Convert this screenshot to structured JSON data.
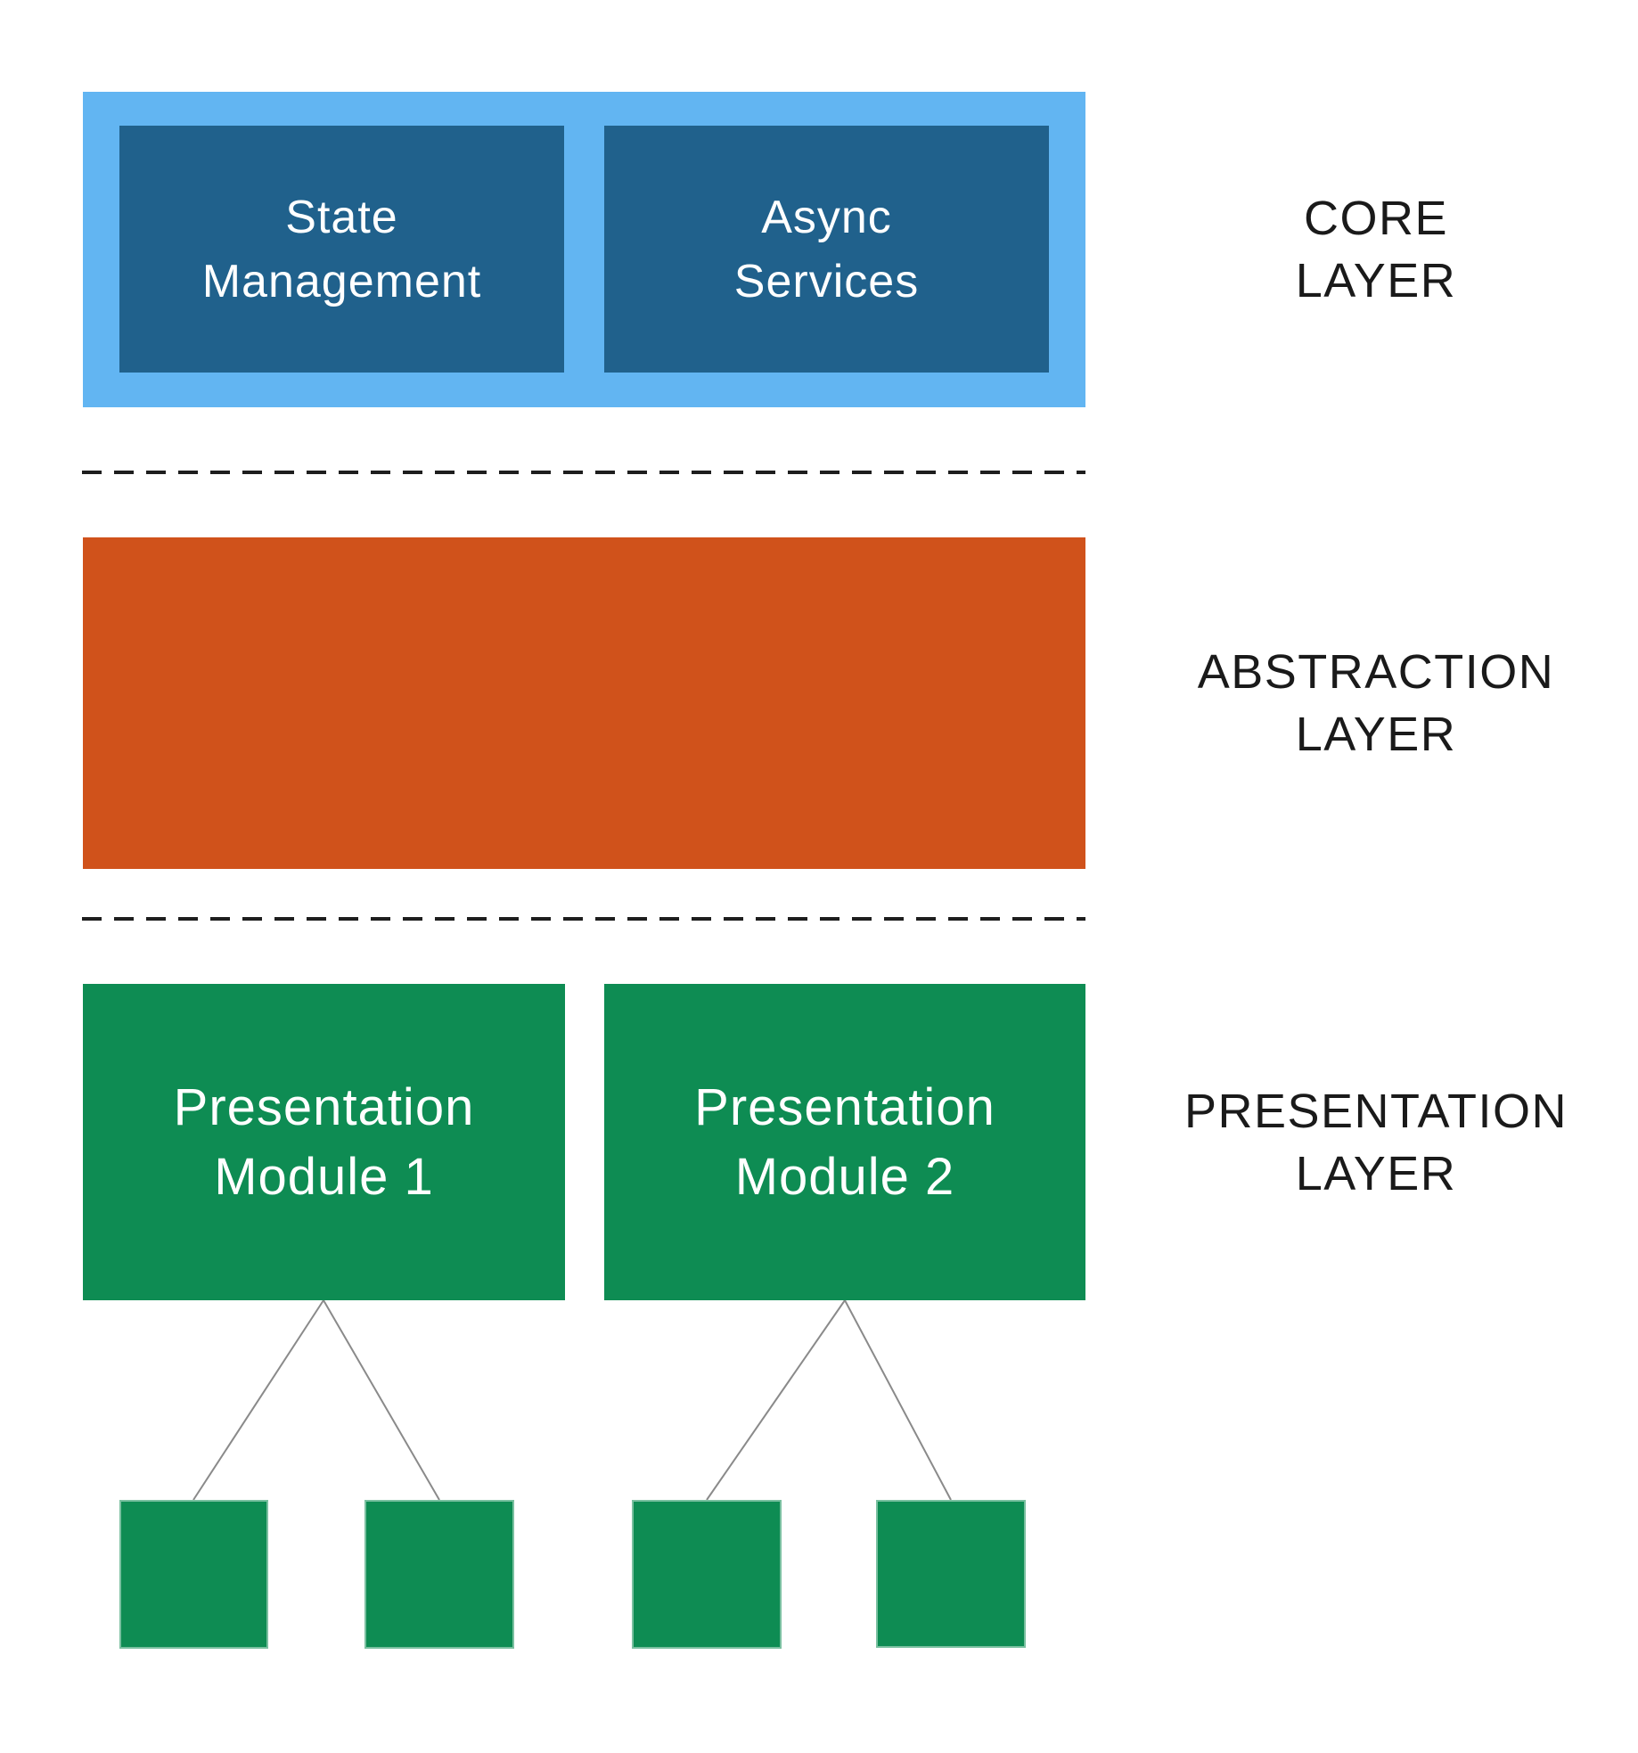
{
  "title": "Layered architecture diagram",
  "colors": {
    "light_blue": "#62b5f2",
    "dark_blue": "#20618c",
    "orange": "#d0521b",
    "green": "#0e8c53",
    "dash_color": "#1e1e1e",
    "connector": "#8a8a8a",
    "label_text": "#1a1a1a",
    "box_text": "#ffffff",
    "bg": "#ffffff"
  },
  "core": {
    "label_line1": "CORE",
    "label_line2": "LAYER",
    "box1_line1": "State",
    "box1_line2": "Management",
    "box2_line1": "Async",
    "box2_line2": "Services"
  },
  "abstraction": {
    "label_line1": "ABSTRACTION",
    "label_line2": "LAYER"
  },
  "presentation": {
    "label_line1": "PRESENTATION",
    "label_line2": "LAYER",
    "module1_line1": "Presentation",
    "module1_line2": "Module 1",
    "module2_line1": "Presentation",
    "module2_line2": "Module 2"
  }
}
